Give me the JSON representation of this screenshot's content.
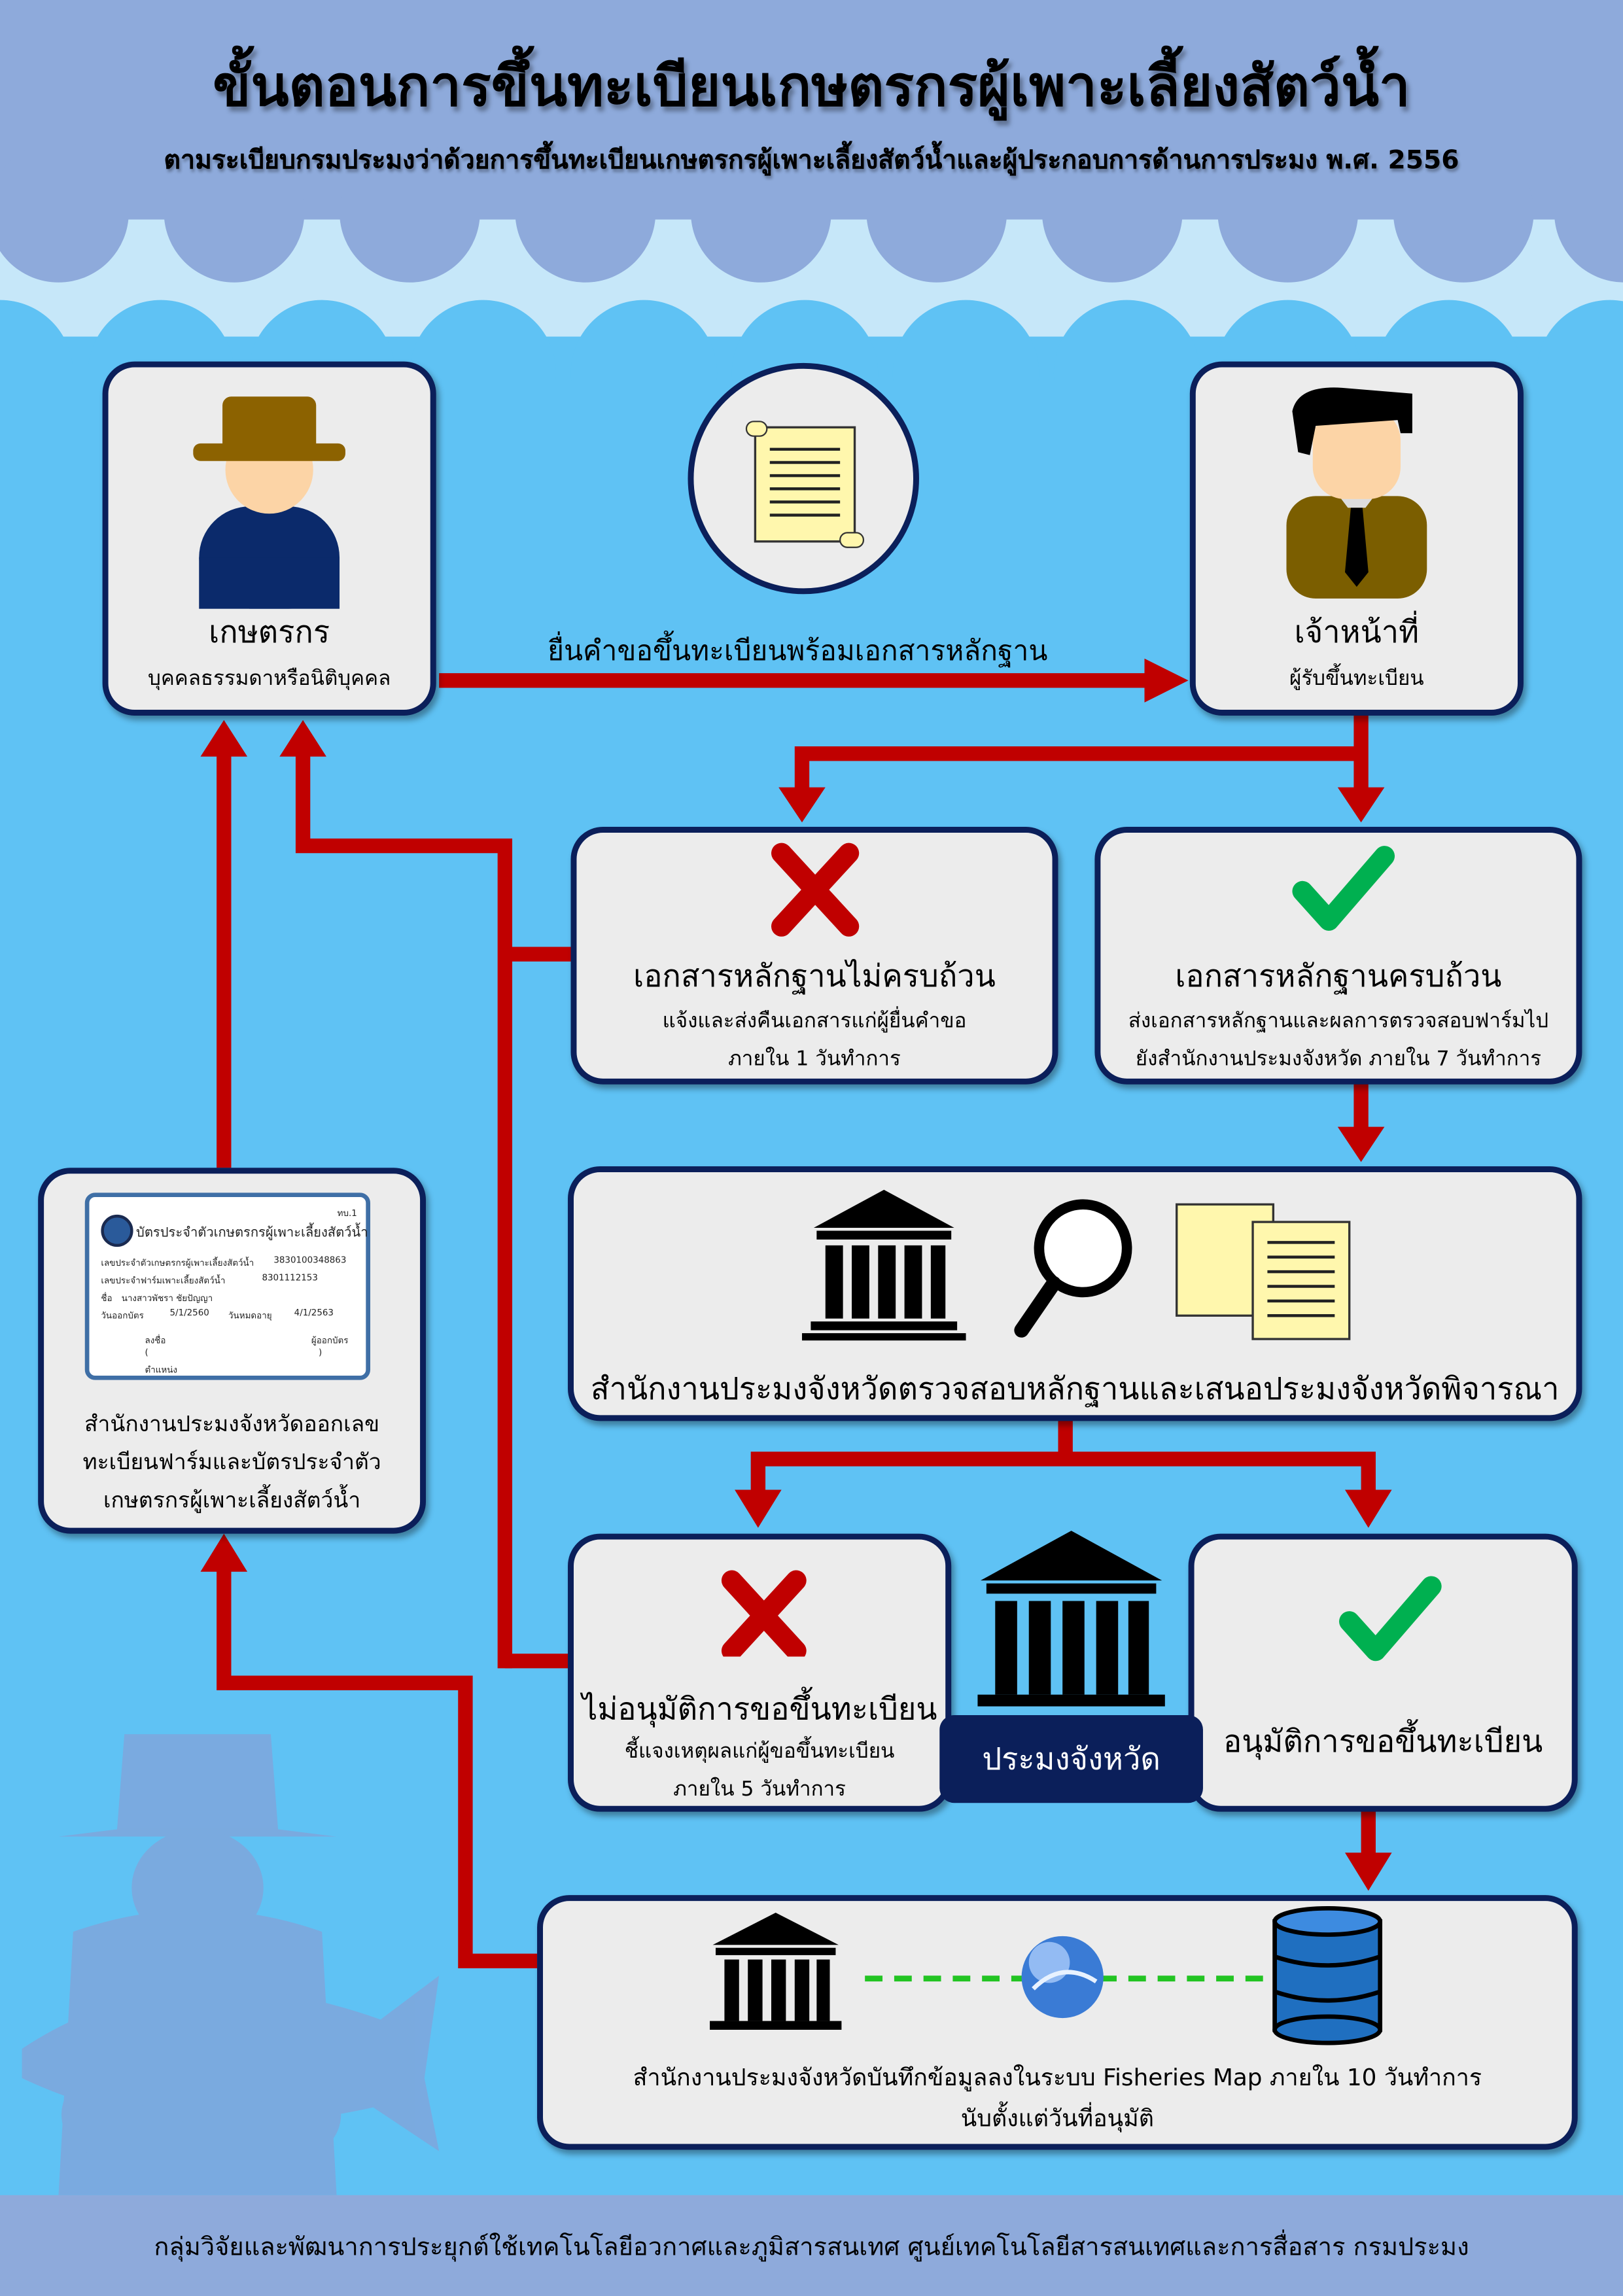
{
  "header": {
    "title": "ขั้นตอนการขึ้นทะเบียนเกษตรกรผู้เพาะเลี้ยงสัตว์น้ำ",
    "subtitle": "ตามระเบียบกรมประมงว่าด้วยการขึ้นทะเบียนเกษตรกรผู้เพาะเลี้ยงสัตว์น้ำและผู้ประกอบการด้านการประมง พ.ศ. 2556"
  },
  "farmer": {
    "title": "เกษตรกร",
    "subtitle": "บุคคลธรรมดาหรือนิติบุคคล"
  },
  "submit_label": "ยื่นคำขอขึ้นทะเบียนพร้อมเอกสารหลักฐาน",
  "officer": {
    "title": "เจ้าหน้าที่",
    "subtitle": "ผู้รับขึ้นทะเบียน"
  },
  "incomplete": {
    "title": "เอกสารหลักฐานไม่ครบถ้วน",
    "line1": "แจ้งและส่งคืนเอกสารแก่ผู้ยื่นคำขอ",
    "line2": "ภายใน 1 วันทำการ"
  },
  "complete": {
    "title": "เอกสารหลักฐานครบถ้วน",
    "line1": "ส่งเอกสารหลักฐานและผลการตรวจสอบฟาร์มไป",
    "line2": "ยังสำนักงานประมงจังหวัด ภายใน 7 วันทำการ"
  },
  "review": {
    "title": "สำนักงานประมงจังหวัดตรวจสอบหลักฐานและเสนอประมงจังหวัดพิจารณา"
  },
  "rejected": {
    "title": "ไม่อนุมัติการขอขึ้นทะเบียน",
    "line1": "ชี้แจงเหตุผลแก่ผู้ขอขึ้นทะเบียน",
    "line2": "ภายใน 5 วันทำการ"
  },
  "province_label": "ประมงจังหวัด",
  "approved": {
    "title": "อนุมัติการขอขึ้นทะเบียน"
  },
  "record": {
    "line1": "สำนักงานประมงจังหวัดบันทึกข้อมูลลงในระบบ Fisheries Map ภายใน 10 วันทำการ",
    "line2": "นับตั้งแต่วันที่อนุมัติ"
  },
  "issue": {
    "line1": "สำนักงานประมงจังหวัดออกเลข",
    "line2": "ทะเบียนฟาร์มและบัตรประจำตัว",
    "line3": "เกษตรกรผู้เพาะเลี้ยงสัตว์น้ำ"
  },
  "card": {
    "form_code": "ทบ.1",
    "title": "บัตรประจำตัวเกษตรกรผู้เพาะเลี้ยงสัตว์น้ำ",
    "farmer_id_label": "เลขประจำตัวเกษตรกรผู้เพาะเลี้ยงสัตว์น้ำ",
    "farmer_id": "3830100348863",
    "farm_id_label": "เลขประจำฟาร์มเพาะเลี้ยงสัตว์น้ำ",
    "farm_id": "8301112153",
    "name_label": "ชื่อ",
    "name": "นางสาวพัชรา ชัยปัญญา",
    "issue_label": "วันออกบัตร",
    "issue_date": "5/1/2560",
    "expiry_label": "วันหมดอายุ",
    "expiry_date": "4/1/2563",
    "sign_label": "ลงชื่อ",
    "issuer_label": "ผู้ออกบัตร",
    "open_paren": "(",
    "close_paren": ")",
    "position_label": "ตำแหน่ง"
  },
  "footer": "กลุ่มวิจัยและพัฒนาการประยุกต์ใช้เทคโนโลยีอวกาศและภูมิสารสนเทศ ศูนย์เทคโนโลยีสารสนเทศและการสื่อสาร กรมประมง",
  "colors": {
    "header": "#8eaadb",
    "water": "#5fc2f4",
    "arrow": "#c00000",
    "border": "#0b1f5a",
    "check": "#00b050"
  }
}
